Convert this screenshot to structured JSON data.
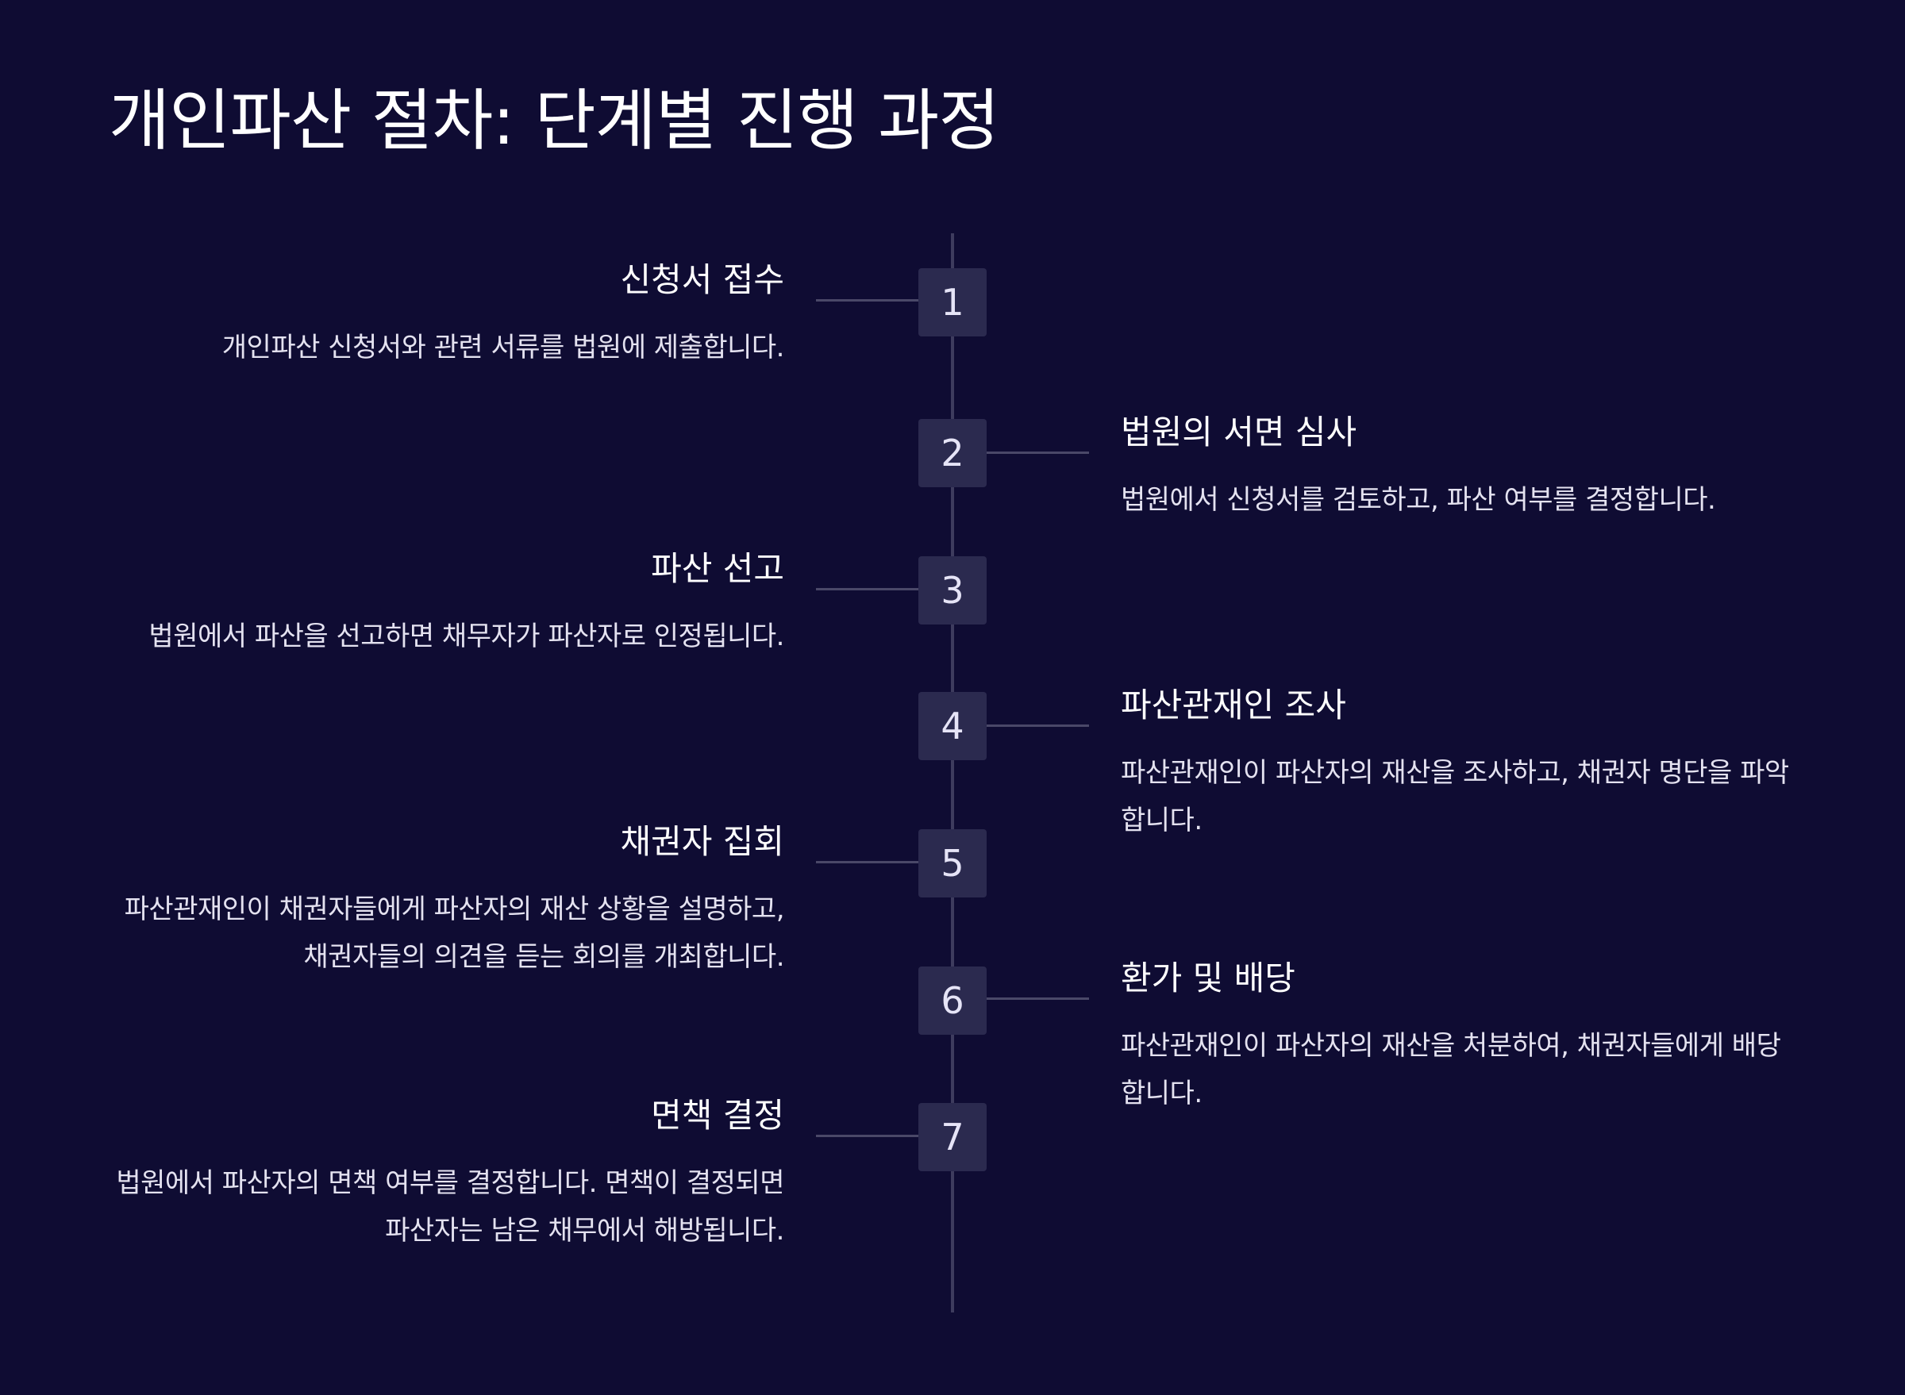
{
  "title": "개인파산 절차: 단계별 진행 과정",
  "colors": {
    "background": "#0f0c33",
    "badge": "#2b2a4f",
    "axis": "#3e3c5e",
    "connector": "#4a4868",
    "text": "#ffffff"
  },
  "steps": [
    {
      "number": "1",
      "title": "신청서 접수",
      "desc": "개인파산 신청서와 관련 서류를 법원에 제출합니다.",
      "side": "left"
    },
    {
      "number": "2",
      "title": "법원의 서면 심사",
      "desc": "법원에서 신청서를 검토하고, 파산 여부를 결정합니다.",
      "side": "right"
    },
    {
      "number": "3",
      "title": "파산 선고",
      "desc": "법원에서 파산을 선고하면 채무자가 파산자로 인정됩니다.",
      "side": "left"
    },
    {
      "number": "4",
      "title": "파산관재인 조사",
      "desc": "파산관재인이 파산자의 재산을 조사하고, 채권자 명단을 파악합니다.",
      "side": "right"
    },
    {
      "number": "5",
      "title": "채권자 집회",
      "desc": "파산관재인이 채권자들에게 파산자의 재산 상황을 설명하고, 채권자들의 의견을 듣는 회의를 개최합니다.",
      "side": "left"
    },
    {
      "number": "6",
      "title": "환가 및 배당",
      "desc": "파산관재인이 파산자의 재산을 처분하여, 채권자들에게 배당합니다.",
      "side": "right"
    },
    {
      "number": "7",
      "title": "면책 결정",
      "desc": "법원에서 파산자의 면책 여부를 결정합니다. 면책이 결정되면 파산자는 남은 채무에서 해방됩니다.",
      "side": "left"
    }
  ]
}
